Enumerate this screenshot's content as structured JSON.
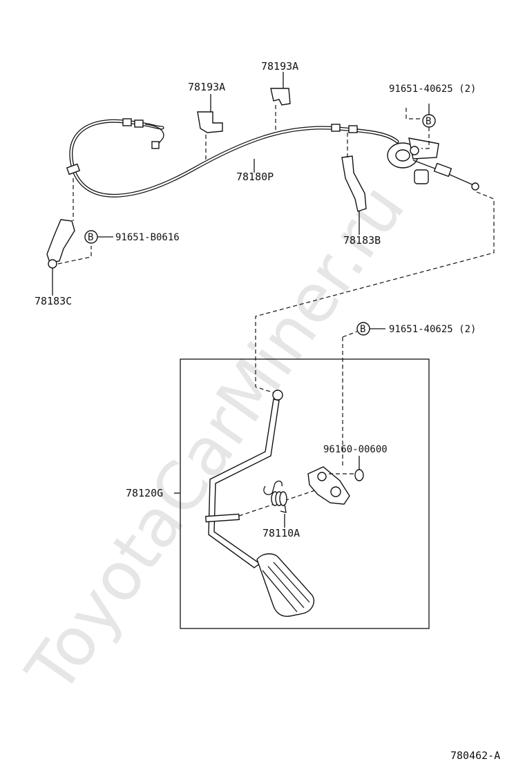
{
  "watermark": "ToyotaCarMiner.ru",
  "drawing_number": "780462-A",
  "parts": {
    "clamp_upper": "78193A",
    "clamp_left": "78193A",
    "cable": "78180P",
    "bracket_right": "78183B",
    "bracket_left": "78183C",
    "bolt_top_right": "91651-40625 (2)",
    "bolt_left": "91651-B0616",
    "bolt_pedal": "91651-40625 (2)",
    "nut": "96160-00600",
    "pedal_assembly": "78120G",
    "spring": "78110A"
  },
  "bolt_marker": "B"
}
